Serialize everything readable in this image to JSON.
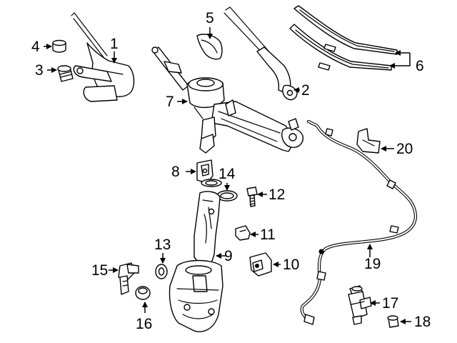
{
  "callouts": [
    {
      "number": "1"
    },
    {
      "number": "2"
    },
    {
      "number": "3"
    },
    {
      "number": "4"
    },
    {
      "number": "5"
    },
    {
      "number": "6"
    },
    {
      "number": "7"
    },
    {
      "number": "8"
    },
    {
      "number": "9"
    },
    {
      "number": "10"
    },
    {
      "number": "11"
    },
    {
      "number": "12"
    },
    {
      "number": "13"
    },
    {
      "number": "14"
    },
    {
      "number": "15"
    },
    {
      "number": "16"
    },
    {
      "number": "17"
    },
    {
      "number": "18"
    },
    {
      "number": "19"
    },
    {
      "number": "20"
    }
  ],
  "colors": {
    "line": "#000000",
    "background": "#ffffff",
    "shade": "#e6e6e6"
  }
}
